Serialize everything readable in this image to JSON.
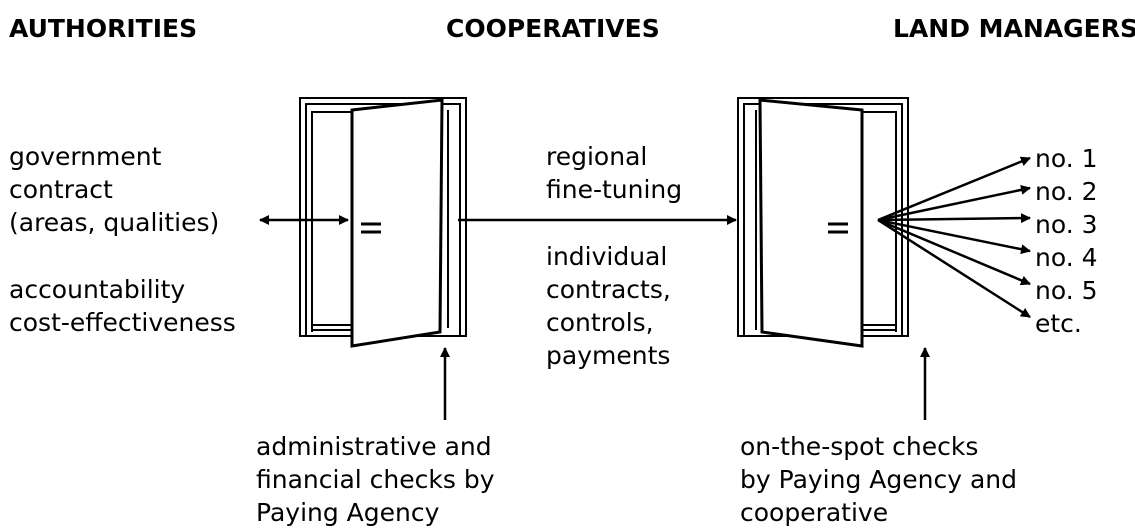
{
  "headers": {
    "authorities": "AUTHORITIES",
    "cooperatives": "COOPERATIVES",
    "land_managers": "LAND MANAGERS"
  },
  "authorities_text": {
    "line1": "government",
    "line2": "contract",
    "line3": "(areas, qualities)",
    "line4": "accountability",
    "line5": "cost-effectiveness"
  },
  "middle_text": {
    "line1": "regional",
    "line2": "fine-tuning",
    "line3": "individual",
    "line4": "contracts,",
    "line5": "controls,",
    "line6": "payments"
  },
  "left_check": {
    "line1": "administrative and",
    "line2": "financial checks by",
    "line3": "Paying Agency"
  },
  "right_check": {
    "line1": "on-the-spot checks",
    "line2": "by Paying Agency and",
    "line3": "cooperative"
  },
  "land_managers_list": [
    "no. 1",
    "no. 2",
    "no. 3",
    "no. 4",
    "no. 5",
    "etc."
  ],
  "door_symbol": "="
}
